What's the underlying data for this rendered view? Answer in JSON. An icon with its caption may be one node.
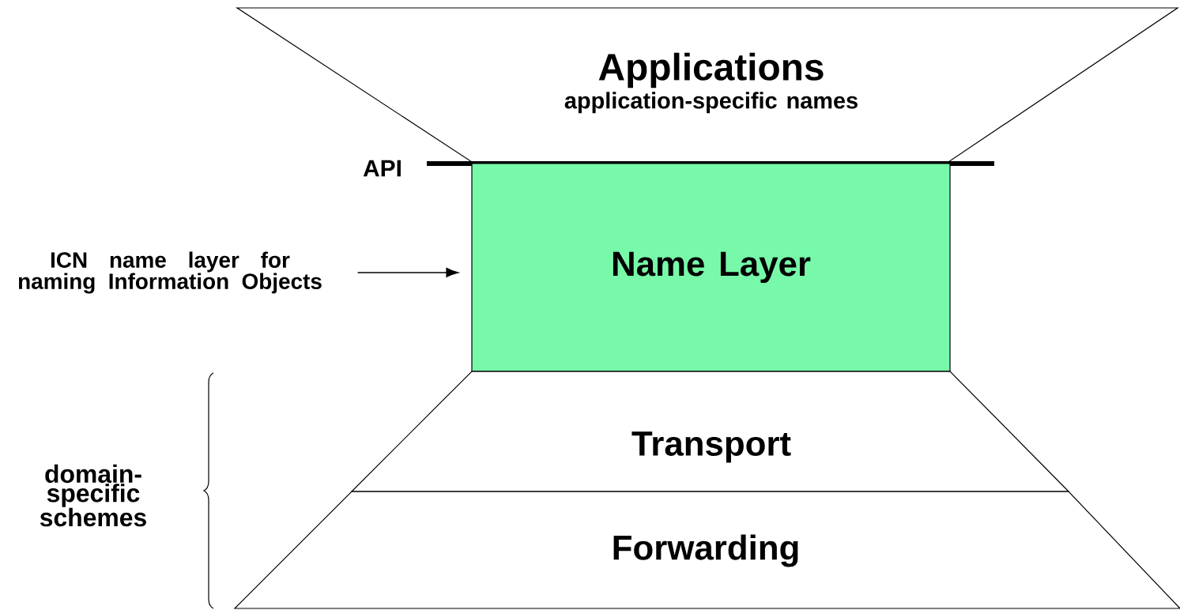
{
  "diagram": {
    "nodes": [
      {
        "text": [
          "Applications",
          "application-specific names"
        ]
      },
      {
        "text": [
          "Name Layer"
        ]
      },
      {
        "text": [
          "Transport"
        ]
      },
      {
        "text": [
          "Forwarding"
        ]
      },
      {
        "text": [
          "ICN name layer for naming Information Objects"
        ]
      }
    ],
    "edges": [
      {
        "from": 4,
        "to": 1,
        "arrow": "to"
      }
    ],
    "labels": [
      "API",
      "domain-specific schemes"
    ]
  }
}
